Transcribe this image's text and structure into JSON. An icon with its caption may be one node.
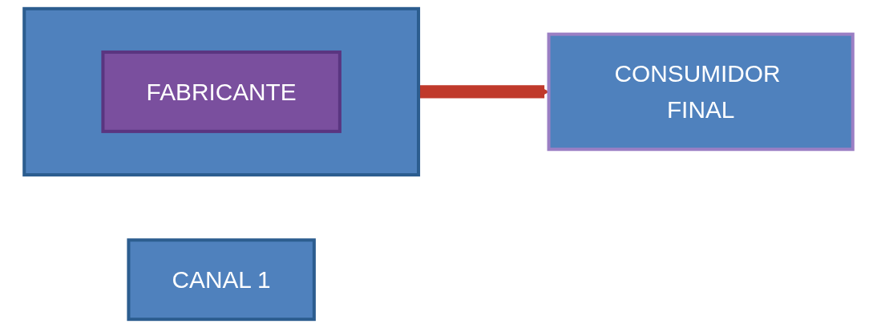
{
  "diagram": {
    "nodes": [
      {
        "text": [
          "CANAL 1"
        ]
      },
      {
        "text": [],
        "shape": "box"
      },
      {
        "text": [
          "FABRICANTE"
        ],
        "in": 1
      },
      {
        "text": [
          "CONSUMIDOR FINAL"
        ]
      }
    ],
    "edges": [
      {
        "from": 1,
        "to": 3,
        "arrow": "to",
        "color": "#c0392b"
      }
    ]
  }
}
